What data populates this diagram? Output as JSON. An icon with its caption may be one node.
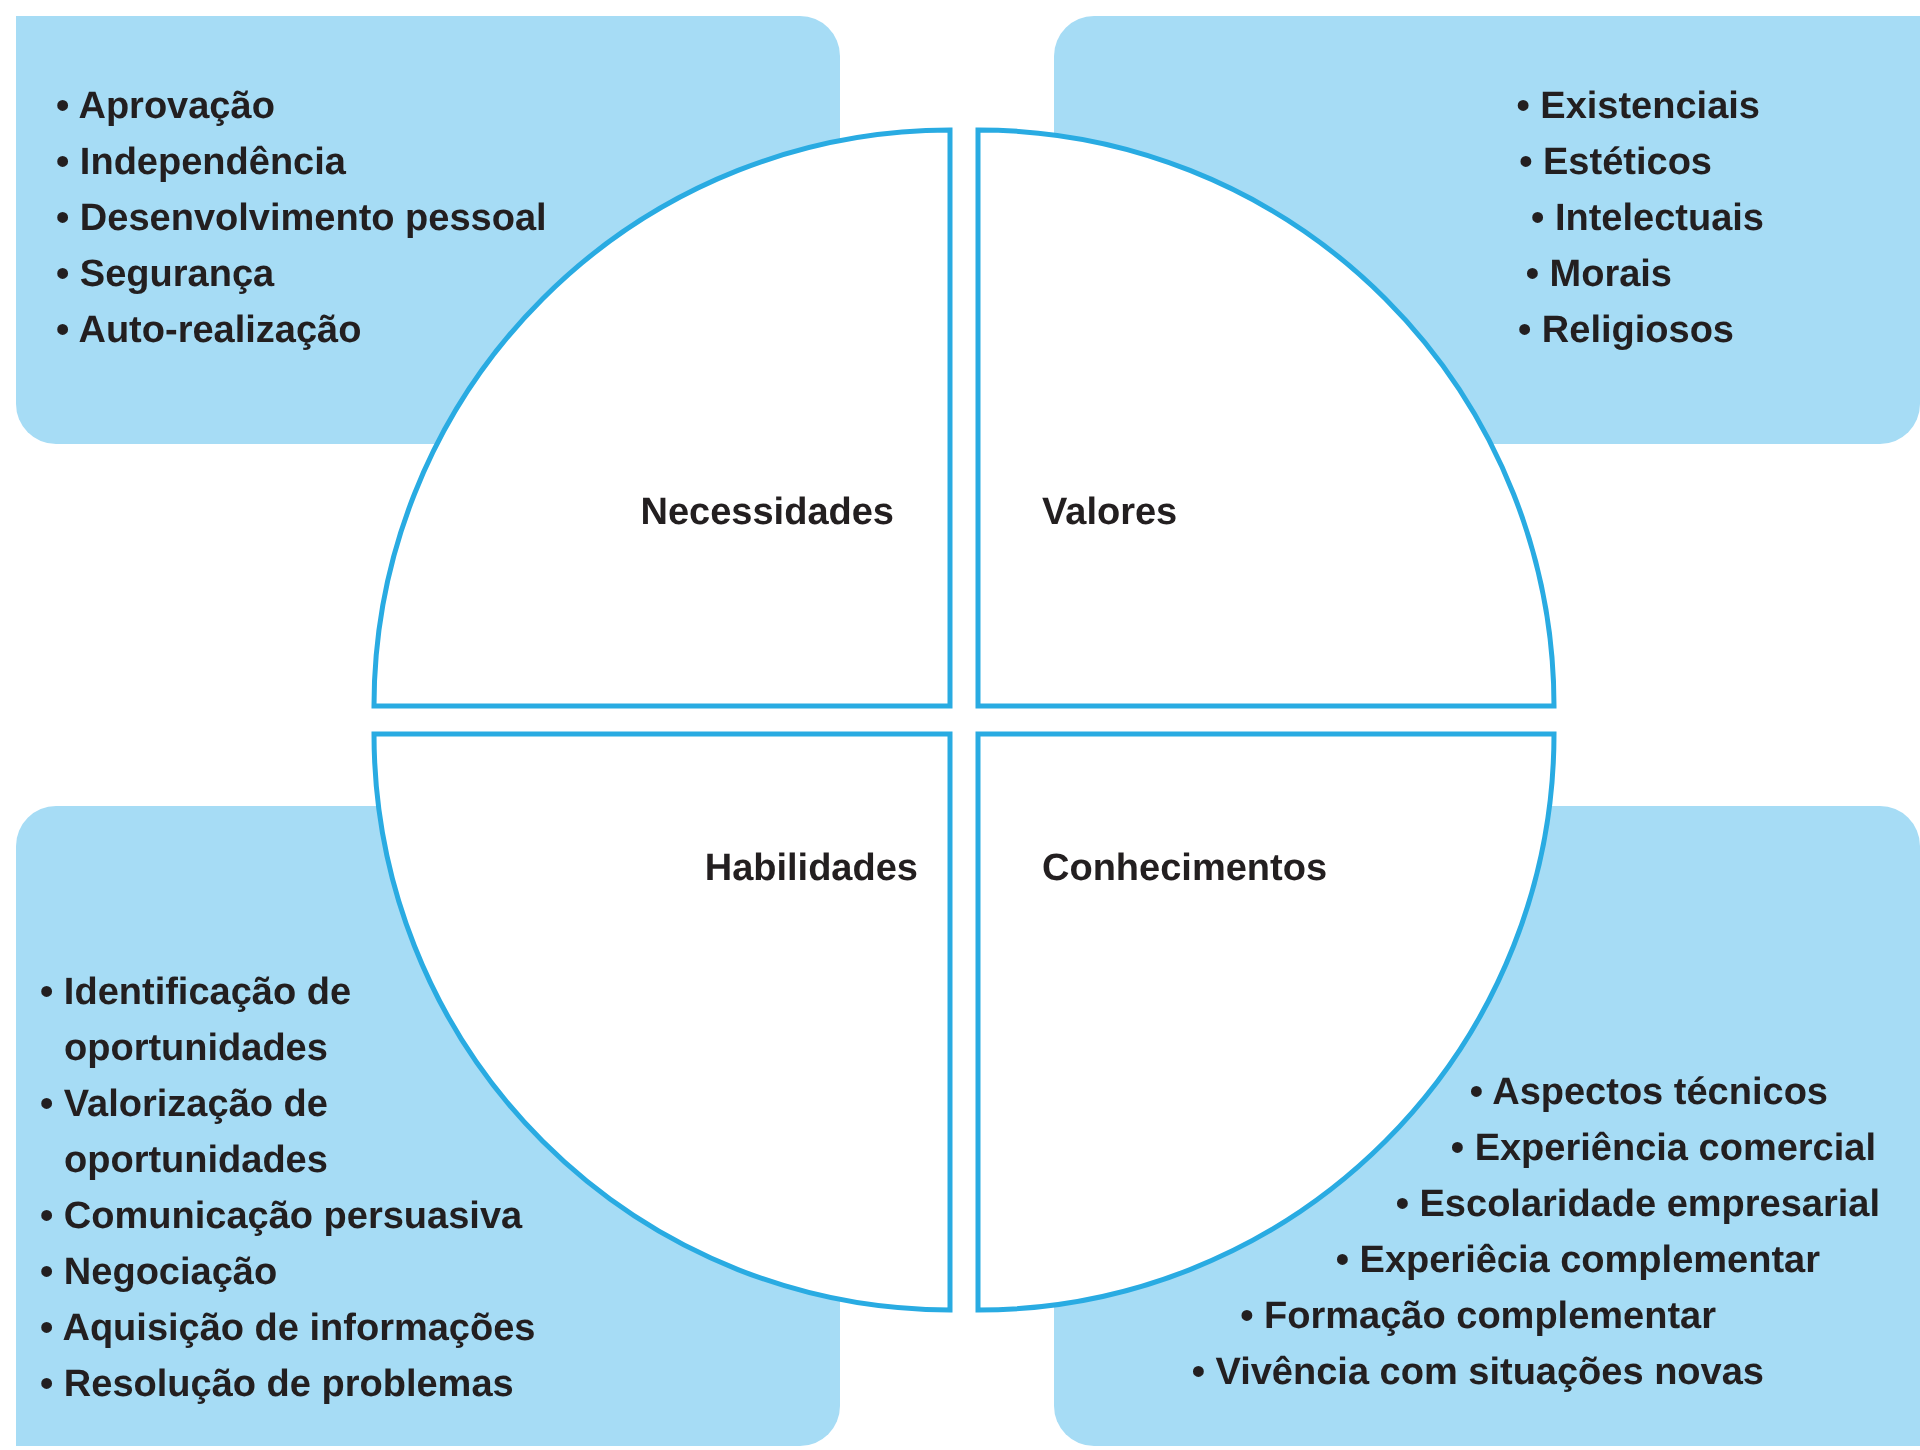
{
  "diagram": {
    "nodes": [
      {
        "text": [
          "• Aprovação",
          "• Independência",
          "• Desenvolvimento pessoal",
          "• Segurança",
          "• Auto-realização"
        ]
      },
      {
        "text": [
          "• Existenciais",
          "• Estéticos",
          "• Intelectuais",
          "• Morais",
          "• Religiosos"
        ]
      },
      {
        "text": [
          "• Identificação de oportunidades",
          "• Valorização de oportunidades",
          "• Comunicação persuasiva",
          "• Negociação",
          "• Aquisição de informações",
          "• Resolução de problemas"
        ]
      },
      {
        "text": [
          "• Aspectos técnicos",
          "• Experiência comercial",
          "• Escolaridade empresarial",
          "• Experiêcia complementar",
          "• Formação complementar",
          "• Vivência com situações novas"
        ]
      },
      {
        "text": [
          "Necessidades"
        ]
      },
      {
        "text": [
          "Valores"
        ]
      },
      {
        "text": [
          "Habilidades"
        ]
      },
      {
        "text": [
          "Conhecimentos"
        ]
      }
    ]
  }
}
